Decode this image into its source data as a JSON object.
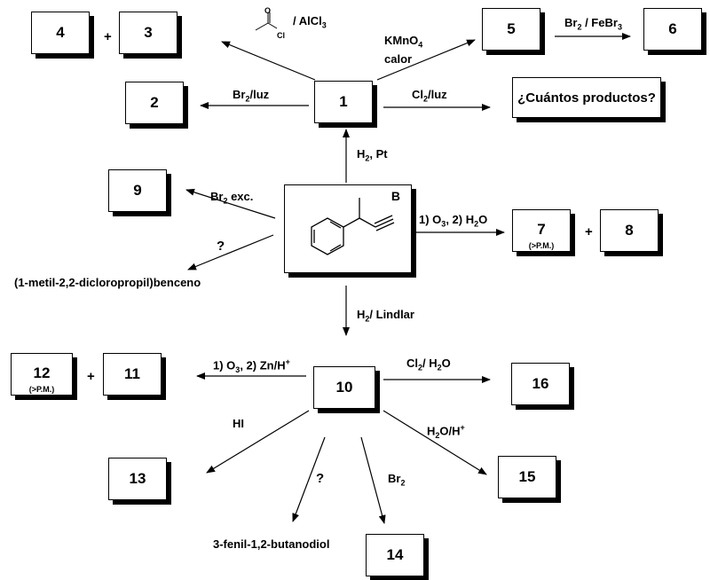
{
  "compounds": {
    "c1": "1",
    "c2": "2",
    "c3": "3",
    "c4": "4",
    "c5": "5",
    "c6": "6",
    "c7": "7",
    "c8": "8",
    "c9": "9",
    "c10": "10",
    "c11": "11",
    "c12": "12",
    "c13": "13",
    "c14": "14",
    "c15": "15",
    "c16": "16"
  },
  "subnotes": {
    "c7": "(>P.M.)",
    "c12": "(>P.M.)"
  },
  "start_label": "B",
  "question": "¿Cuántos productos?",
  "plus": "+",
  "unknown": "?",
  "named_products": {
    "from_B": "(1-metil-2,2-dicloropropil)benceno",
    "from_10": "3-fenil-1,2-butanodiol"
  },
  "reagents": {
    "acyl": "/ AlCl",
    "acyl_sub": "3",
    "acyl_o": "O",
    "acyl_cl": "Cl",
    "kmno4_a": "KMnO",
    "kmno4_sub": "4",
    "kmno4_b": "calor",
    "br2_febr3_a": "Br",
    "br2_febr3_sub1": "2",
    "br2_febr3_b": " / FeBr",
    "br2_febr3_sub2": "3",
    "br2_luz_a": "Br",
    "br2_luz_sub": "2",
    "br2_luz_b": "/luz",
    "cl2_luz_a": "Cl",
    "cl2_luz_sub": "2",
    "cl2_luz_b": "/luz",
    "h2pt_a": "H",
    "h2pt_sub": "2",
    "h2pt_b": ", Pt",
    "br2exc_a": "Br",
    "br2exc_sub": "2",
    "br2exc_b": " exc.",
    "ozon_a": "1) O",
    "ozon_sub1": "3",
    "ozon_b": ", 2) H",
    "ozon_sub2": "2",
    "ozon_c": "O",
    "lindlar_a": "H",
    "lindlar_sub": "2",
    "lindlar_b": "/ Lindlar",
    "ozonzn_a": "1) O",
    "ozonzn_sub": "3",
    "ozonzn_b": ", 2) Zn/H",
    "ozonzn_sup": "+",
    "cl2h2o_a": "Cl",
    "cl2h2o_sub": "2",
    "cl2h2o_b": "/ H",
    "cl2h2o_sub2": "2",
    "cl2h2o_c": "O",
    "hi": "HI",
    "h2oh_a": "H",
    "h2oh_sub": "2",
    "h2oh_b": "O/H",
    "h2oh_sup": "+",
    "br2_a": "Br",
    "br2_sub": "2"
  }
}
